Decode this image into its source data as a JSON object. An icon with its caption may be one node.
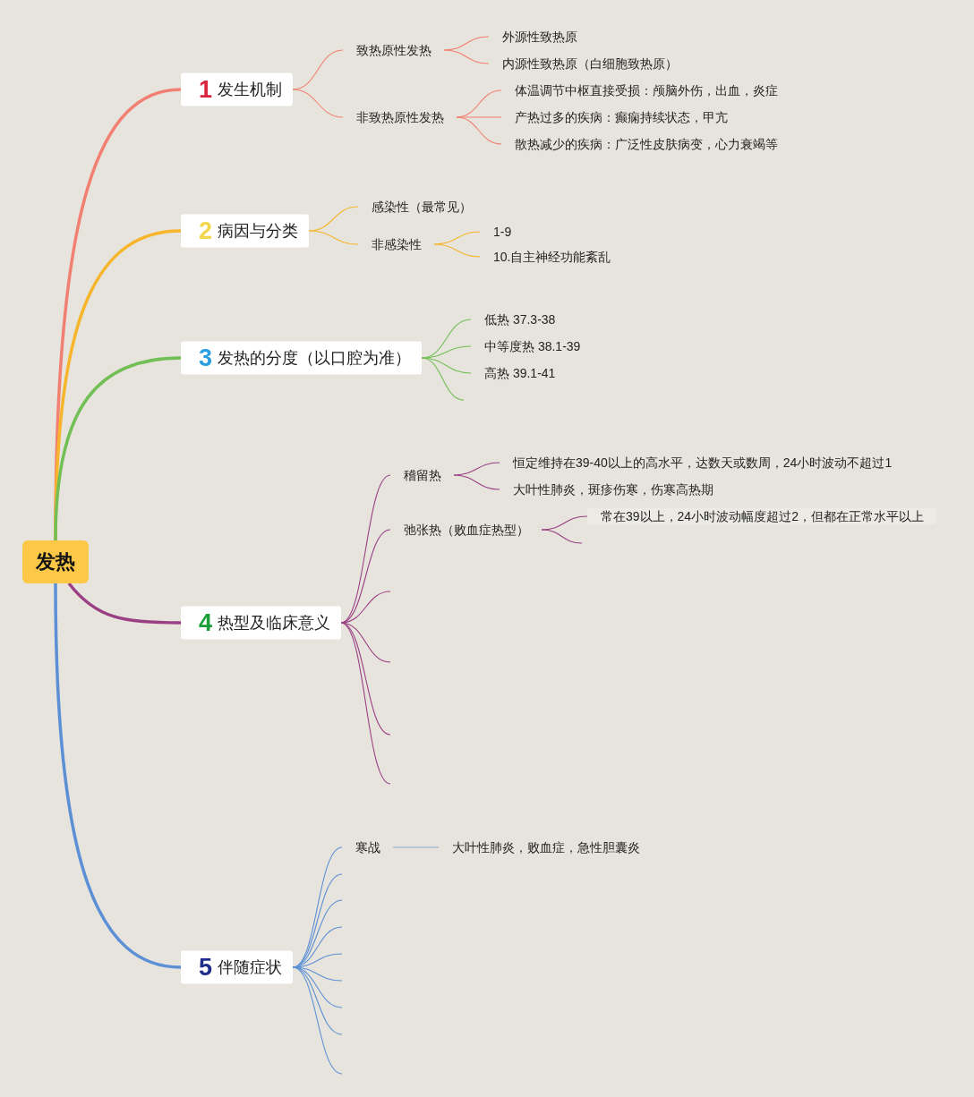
{
  "diagram": {
    "nodes": [
      {
        "text": [
          "发热"
        ]
      },
      {
        "text": [
          "1",
          "发生机制"
        ]
      },
      {
        "text": [
          "致热原性发热"
        ]
      },
      {
        "text": [
          "外源性致热原"
        ]
      },
      {
        "text": [
          "内源性致热原（白细胞致热原）"
        ]
      },
      {
        "text": [
          "非致热原性发热"
        ]
      },
      {
        "text": [
          "体温调节中枢直接受损：颅脑外伤，出血，炎症"
        ]
      },
      {
        "text": [
          "产热过多的疾病：癫痫持续状态，甲亢"
        ]
      },
      {
        "text": [
          "散热减少的疾病：广泛性皮肤病变，心力衰竭等"
        ]
      },
      {
        "text": [
          "2",
          "病因与分类"
        ]
      },
      {
        "text": [
          "感染性（最常见）"
        ]
      },
      {
        "text": [
          "非感染性"
        ]
      },
      {
        "text": [
          "1-9"
        ]
      },
      {
        "text": [
          "10.自主神经功能紊乱"
        ]
      },
      {
        "text": [
          "3",
          "发热的分度（以口腔为准）"
        ]
      },
      {
        "text": [
          "低热 37.3-38"
        ]
      },
      {
        "text": [
          "中等度热 38.1-39"
        ]
      },
      {
        "text": [
          "高热 39.1-41"
        ]
      },
      {
        "text": [
          "4",
          "热型及临床意义"
        ]
      },
      {
        "text": [
          "稽留热"
        ]
      },
      {
        "text": [
          "恒定维持在39-40以上的高水平，达数天或数周，24小时波动不超过1"
        ]
      },
      {
        "text": [
          "大叶性肺炎，斑疹伤寒，伤寒高热期"
        ]
      },
      {
        "text": [
          "弛张热（败血症热型）"
        ]
      },
      {
        "text": [
          "常在39以上，24小时波动幅度超过2，但都在正常水平以上"
        ]
      },
      {
        "text": [
          "5",
          "伴随症状"
        ]
      },
      {
        "text": [
          "寒战"
        ]
      },
      {
        "text": [
          "大叶性肺炎，败血症，急性胆囊炎"
        ]
      }
    ],
    "edges": [
      {
        "from": 0,
        "to": 1,
        "arrow": "none",
        "style": "thick",
        "color": "#f28072"
      },
      {
        "from": 0,
        "to": 9,
        "arrow": "none",
        "style": "thick",
        "color": "#f6b52a"
      },
      {
        "from": 0,
        "to": 14,
        "arrow": "none",
        "style": "thick",
        "color": "#72bf55"
      },
      {
        "from": 0,
        "to": 18,
        "arrow": "none",
        "style": "thick",
        "color": "#9a3f84"
      },
      {
        "from": 0,
        "to": 24,
        "arrow": "none",
        "style": "thick",
        "color": "#5b8fd6"
      },
      {
        "from": 1,
        "to": 2,
        "arrow": "none",
        "color": "#f28072"
      },
      {
        "from": 2,
        "to": 3,
        "arrow": "none",
        "color": "#f28072"
      },
      {
        "from": 2,
        "to": 4,
        "arrow": "none",
        "color": "#f28072"
      },
      {
        "from": 1,
        "to": 5,
        "arrow": "none",
        "color": "#f28072"
      },
      {
        "from": 5,
        "to": 6,
        "arrow": "none",
        "color": "#f28072"
      },
      {
        "from": 5,
        "to": 7,
        "arrow": "none",
        "color": "#f28072"
      },
      {
        "from": 5,
        "to": 8,
        "arrow": "none",
        "color": "#f28072"
      },
      {
        "from": 9,
        "to": 10,
        "arrow": "none",
        "color": "#f6b52a"
      },
      {
        "from": 9,
        "to": 11,
        "arrow": "none",
        "color": "#f6b52a"
      },
      {
        "from": 11,
        "to": 12,
        "arrow": "none",
        "color": "#f6b52a"
      },
      {
        "from": 11,
        "to": 13,
        "arrow": "none",
        "color": "#f6b52a"
      },
      {
        "from": 14,
        "to": 15,
        "arrow": "none",
        "color": "#72bf55"
      },
      {
        "from": 14,
        "to": 16,
        "arrow": "none",
        "color": "#72bf55"
      },
      {
        "from": 14,
        "to": 17,
        "arrow": "none",
        "color": "#72bf55"
      },
      {
        "from": 14,
        "to": null,
        "arrow": "none",
        "color": "#72bf55"
      },
      {
        "from": 18,
        "to": 19,
        "arrow": "none",
        "color": "#9a3f84"
      },
      {
        "from": 19,
        "to": 20,
        "arrow": "none",
        "color": "#9a3f84"
      },
      {
        "from": 19,
        "to": 21,
        "arrow": "none",
        "color": "#9a3f84"
      },
      {
        "from": 18,
        "to": 22,
        "arrow": "none",
        "color": "#9a3f84"
      },
      {
        "from": 22,
        "to": 23,
        "arrow": "none",
        "color": "#9a3f84"
      },
      {
        "from": 22,
        "to": null,
        "arrow": "none",
        "color": "#9a3f84"
      },
      {
        "from": 18,
        "to": null,
        "arrow": "none",
        "color": "#9a3f84"
      },
      {
        "from": 18,
        "to": null,
        "arrow": "none",
        "color": "#9a3f84"
      },
      {
        "from": 18,
        "to": null,
        "arrow": "none",
        "color": "#9a3f84"
      },
      {
        "from": 18,
        "to": null,
        "arrow": "none",
        "color": "#9a3f84"
      },
      {
        "from": 24,
        "to": 25,
        "arrow": "none",
        "color": "#5b8fd6"
      },
      {
        "from": 25,
        "to": 26,
        "arrow": "none",
        "color": "#8fa8cc"
      },
      {
        "from": 24,
        "to": null,
        "arrow": "none",
        "color": "#5b8fd6"
      },
      {
        "from": 24,
        "to": null,
        "arrow": "none",
        "color": "#5b8fd6"
      },
      {
        "from": 24,
        "to": null,
        "arrow": "none",
        "color": "#5b8fd6"
      },
      {
        "from": 24,
        "to": null,
        "arrow": "none",
        "color": "#5b8fd6"
      },
      {
        "from": 24,
        "to": null,
        "arrow": "none",
        "color": "#5b8fd6"
      },
      {
        "from": 24,
        "to": null,
        "arrow": "none",
        "color": "#5b8fd6"
      },
      {
        "from": 24,
        "to": null,
        "arrow": "none",
        "color": "#5b8fd6"
      },
      {
        "from": 24,
        "to": null,
        "arrow": "none",
        "color": "#5b8fd6"
      }
    ]
  }
}
